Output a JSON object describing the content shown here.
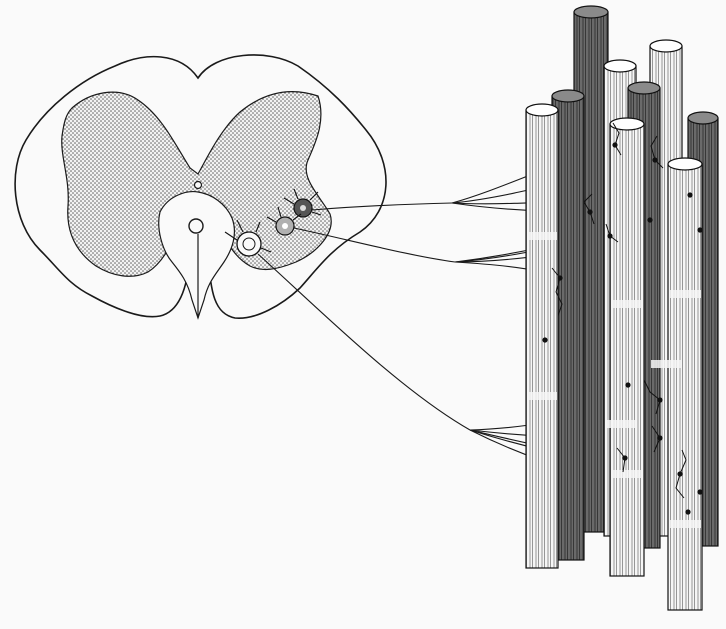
{
  "figure": {
    "background": "#fafafa",
    "ink": "#1a1a1a",
    "colors": {
      "gray_matter_fill": "#bdbdbd",
      "dark_fiber": "#5a5a5a",
      "light_fiber": "#f4f4f4",
      "fiber_cap_dark": "#8a8a8a",
      "fiber_cap_light": "#ffffff"
    }
  },
  "spinal_cord": {
    "parts": [
      "white-matter",
      "gray-matter",
      "central-canal",
      "ventral-median-fissure",
      "motor-neuron-pool"
    ],
    "motor_neurons": [
      {
        "id": "mn-1",
        "shade": "dark"
      },
      {
        "id": "mn-2",
        "shade": "medium"
      },
      {
        "id": "mn-3",
        "shade": "light"
      }
    ]
  },
  "motor_units": [
    {
      "neuron": "mn-1",
      "fiber_shade": "dark"
    },
    {
      "neuron": "mn-2",
      "fiber_shade": "medium"
    },
    {
      "neuron": "mn-3",
      "fiber_shade": "light"
    }
  ],
  "muscle": {
    "fiber_shades": [
      "light",
      "light",
      "dark",
      "dark",
      "light",
      "dark",
      "light",
      "light",
      "dark",
      "light"
    ]
  }
}
